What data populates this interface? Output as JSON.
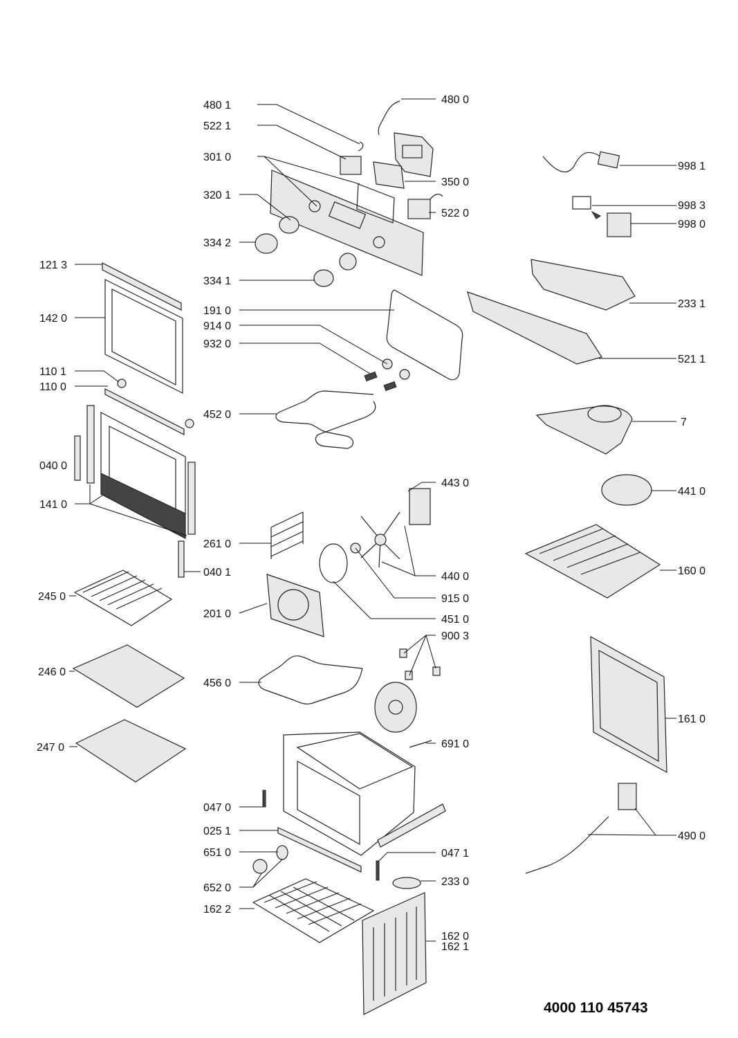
{
  "document_number": "4000 110 45743",
  "labels": {
    "l4801": "480 1",
    "l4800": "480 0",
    "l5221": "522 1",
    "l3010": "301 0",
    "l3500": "350 0",
    "l3201": "320 1",
    "l5220": "522 0",
    "l3342": "334 2",
    "l3341": "334 1",
    "l9981": "998 1",
    "l9983": "998 3",
    "l9980": "998 0",
    "l1213": "121 3",
    "l1420": "142 0",
    "l2331": "233 1",
    "l1910": "191 0",
    "l9140": "914 0",
    "l9320": "932 0",
    "l5211": "521 1",
    "l1101": "110 1",
    "l1100": "110 0",
    "l4520": "452 0",
    "l7": "7",
    "l0400": "040 0",
    "l1410": "141 0",
    "l4430": "443 0",
    "l4410": "441 0",
    "l2610": "261 0",
    "l0401": "040 1",
    "l4400": "440 0",
    "l1600": "160 0",
    "l2450": "245 0",
    "l2010": "201 0",
    "l9150": "915 0",
    "l4510": "451 0",
    "l9003": "900 3",
    "l2460": "246 0",
    "l4560": "456 0",
    "l1610": "161 0",
    "l2470": "247 0",
    "l6910": "691 0",
    "l0470": "047 0",
    "l0251": "025 1",
    "l4900": "490 0",
    "l6510": "651 0",
    "l0471": "047 1",
    "l6520": "652 0",
    "l2330": "233 0",
    "l1622": "162 2",
    "l1620": "162 0",
    "l1621": "162 1"
  }
}
